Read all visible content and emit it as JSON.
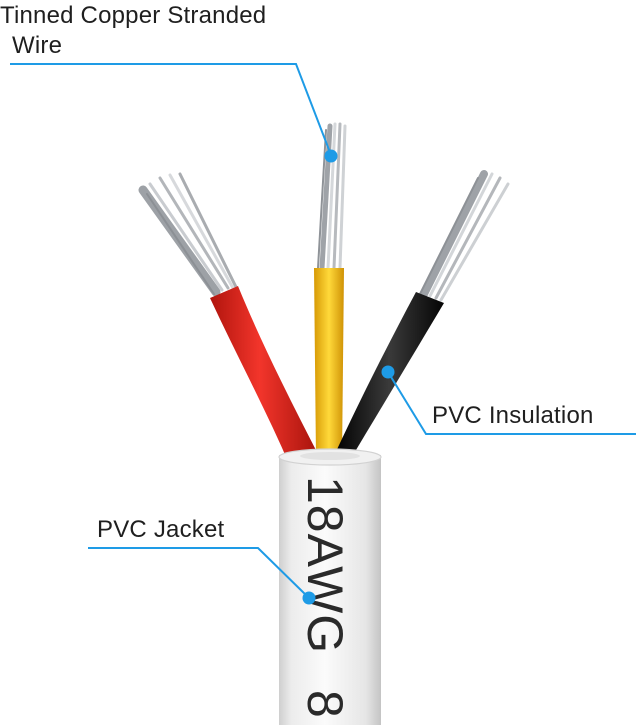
{
  "callouts": {
    "conductor": {
      "line1": "Tinned Copper Stranded",
      "line2": "Wire"
    },
    "insulation": "PVC Insulation",
    "jacket": "PVC Jacket"
  },
  "cable_print": {
    "gauge": "18AWG",
    "trailing": "8"
  },
  "colors": {
    "leader_line": "#1e9be6",
    "wire_red": "#e8221a",
    "wire_yellow": "#f2c21a",
    "wire_black": "#111111",
    "jacket": "#eeeeee",
    "strands": "#b9bcc0"
  },
  "icons": {
    "callout_dot": "filled-circle"
  }
}
